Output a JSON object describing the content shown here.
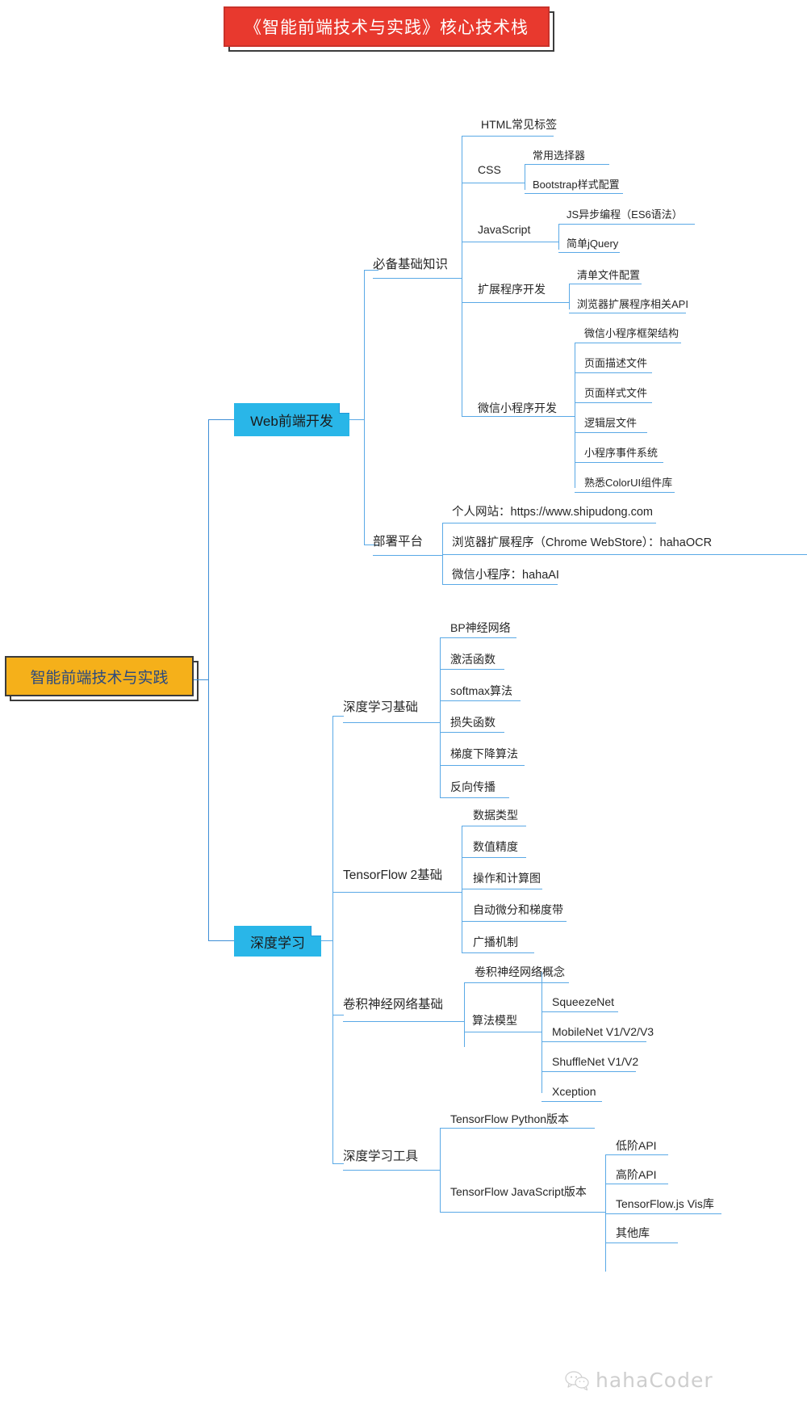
{
  "title": {
    "text": "《智能前端技术与实践》核心技术栈",
    "bg_color": "#e8392e",
    "text_color": "#ffffff"
  },
  "root": {
    "label": "智能前端技术与实践",
    "bg_color": "#f5b01a",
    "text_color": "#2b4a7e"
  },
  "branches": {
    "web": {
      "label": "Web前端开发",
      "bg_color": "#29b6e8",
      "groups": {
        "basics": {
          "label": "必备基础知识",
          "items": {
            "html": "HTML常见标签",
            "css": "CSS",
            "css_children": {
              "selectors": "常用选择器",
              "bootstrap": "Bootstrap样式配置"
            },
            "javascript": "JavaScript",
            "js_children": {
              "async": "JS异步编程（ES6语法）",
              "jquery": "简单jQuery"
            },
            "extension": "扩展程序开发",
            "ext_children": {
              "manifest": "清单文件配置",
              "api": "浏览器扩展程序相关API"
            },
            "miniprogram": "微信小程序开发",
            "mp_children": {
              "framework": "微信小程序框架结构",
              "page_desc": "页面描述文件",
              "page_style": "页面样式文件",
              "logic": "逻辑层文件",
              "events": "小程序事件系统",
              "colorui": "熟悉ColorUI组件库"
            }
          }
        },
        "deploy": {
          "label": "部署平台",
          "items": {
            "website": "个人网站：https://www.shipudong.com",
            "extension": "浏览器扩展程序（Chrome WebStore）：hahaOCR",
            "miniprogram": "微信小程序：hahaAI"
          }
        }
      }
    },
    "deeplearning": {
      "label": "深度学习",
      "bg_color": "#29b6e8",
      "groups": {
        "basics": {
          "label": "深度学习基础",
          "items": {
            "bp": "BP神经网络",
            "activation": "激活函数",
            "softmax": "softmax算法",
            "loss": "损失函数",
            "gradient": "梯度下降算法",
            "backprop": "反向传播"
          }
        },
        "tensorflow2": {
          "label": "TensorFlow 2基础",
          "items": {
            "datatype": "数据类型",
            "precision": "数值精度",
            "ops": "操作和计算图",
            "autodiff": "自动微分和梯度带",
            "broadcast": "广播机制"
          }
        },
        "cnn": {
          "label": "卷积神经网络基础",
          "items": {
            "concept": "卷积神经网络概念",
            "models_label": "算法模型",
            "models": {
              "squeezenet": "SqueezeNet",
              "mobilenet": "MobileNet V1/V2/V3",
              "shufflenet": "ShuffleNet V1/V2",
              "xception": "Xception"
            }
          }
        },
        "tools": {
          "label": "深度学习工具",
          "items": {
            "python": "TensorFlow Python版本",
            "javascript": "TensorFlow JavaScript版本",
            "js_children": {
              "low_api": "低阶API",
              "high_api": "高阶API",
              "vis": "TensorFlow.js Vis库",
              "other": "其他库"
            }
          }
        }
      }
    }
  },
  "watermark": {
    "text": "hahaCoder",
    "icon": "wechat-icon"
  },
  "colors": {
    "line": "#5aa9e6",
    "line_dark": "#3f8fd6",
    "node_text": "#262626"
  }
}
